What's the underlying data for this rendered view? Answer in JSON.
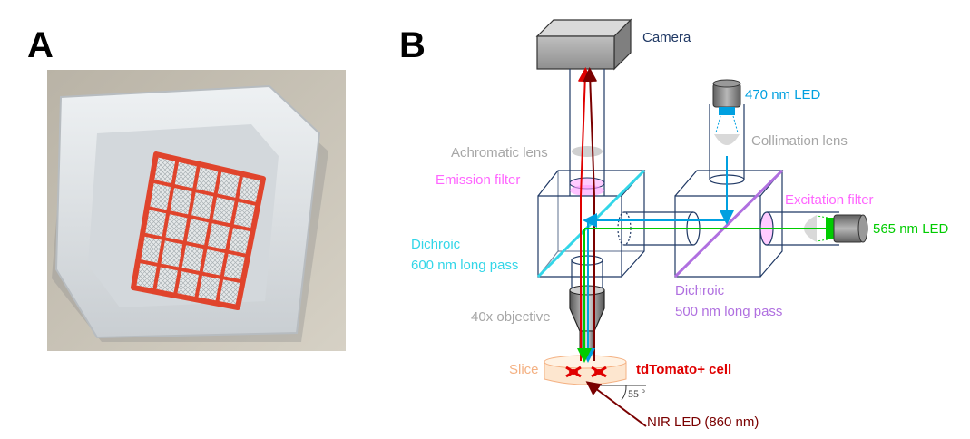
{
  "panels": {
    "a": "A",
    "b": "B"
  },
  "labels": {
    "camera": "Camera",
    "led470": "470 nm LED",
    "collimation": "Collimation lens",
    "achromatic": "Achromatic lens",
    "emission": "Emission filter",
    "excitation": "Excitation filter",
    "led565": "565 nm LED",
    "dichroic600_l1": "Dichroic",
    "dichroic600_l2": "600 nm long pass",
    "dichroic500_l1": "Dichroic",
    "dichroic500_l2": "500 nm long pass",
    "objective": "40x objective",
    "slice": "Slice",
    "cell": "tdTomato+ cell",
    "angle": "55 º",
    "nir": "NIR LED (860 nm)"
  },
  "colors": {
    "camera": "#1f3864",
    "led470": "#00a0e0",
    "collimation": "#a6a6a6",
    "achromatic": "#a6a6a6",
    "emission": "#ff66ff",
    "excitation": "#ff66ff",
    "led565": "#00cc00",
    "dichroic600": "#33d6e8",
    "dichroic500": "#b070e0",
    "objective": "#a6a6a6",
    "slice": "#f4b183",
    "cell": "#e00000",
    "nir": "#7a0000"
  }
}
